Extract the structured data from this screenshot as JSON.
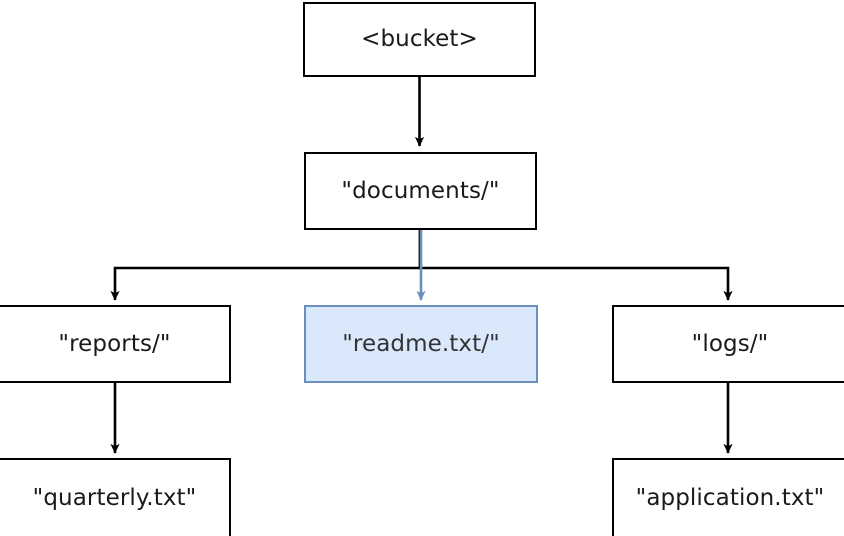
{
  "diagram": {
    "type": "flowchart-tree",
    "orientation": "top-down",
    "background_color": "#ffffff",
    "default_node_fill": "#ffffff",
    "default_node_stroke": "#000000",
    "highlight_node_fill": "#dae8fc",
    "highlight_node_stroke": "#6c8ebf",
    "highlight_edge_color": "#6c8ebf",
    "default_edge_color": "#000000",
    "nodes": [
      {
        "id": "bucket",
        "label": "<bucket>",
        "highlighted": false
      },
      {
        "id": "documents",
        "label": "\"documents/\"",
        "highlighted": false
      },
      {
        "id": "reports",
        "label": "\"reports/\"",
        "highlighted": false
      },
      {
        "id": "readme",
        "label": "\"readme.txt/\"",
        "highlighted": true
      },
      {
        "id": "logs",
        "label": "\"logs/\"",
        "highlighted": false
      },
      {
        "id": "quarterly",
        "label": "\"quarterly.txt\"",
        "highlighted": false
      },
      {
        "id": "application",
        "label": "\"application.txt\"",
        "highlighted": false
      }
    ],
    "edges": [
      {
        "from": "bucket",
        "to": "documents",
        "highlighted": false
      },
      {
        "from": "documents",
        "to": "reports",
        "highlighted": false
      },
      {
        "from": "documents",
        "to": "readme",
        "highlighted": true
      },
      {
        "from": "documents",
        "to": "logs",
        "highlighted": false
      },
      {
        "from": "reports",
        "to": "quarterly",
        "highlighted": false
      },
      {
        "from": "logs",
        "to": "application",
        "highlighted": false
      }
    ]
  }
}
